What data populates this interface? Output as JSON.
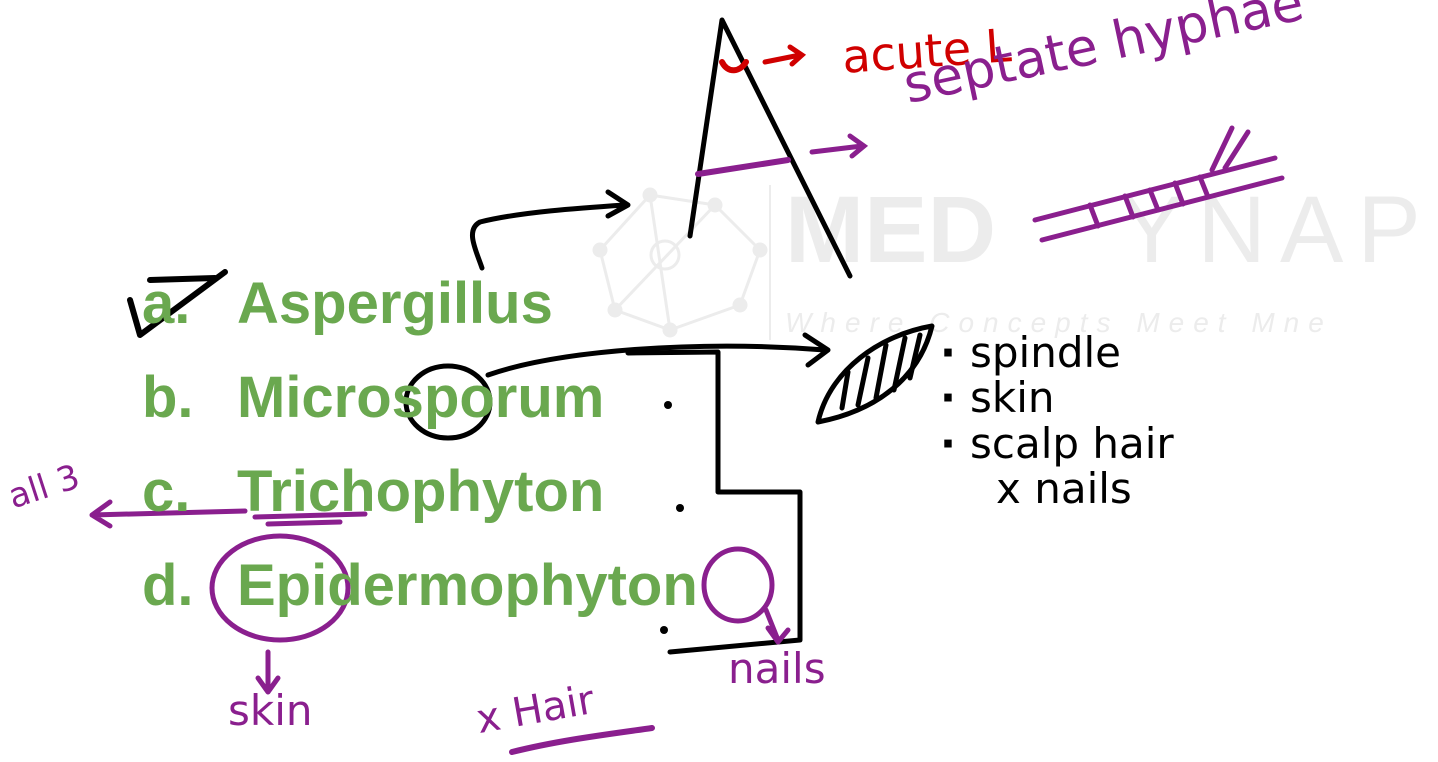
{
  "watermark": {
    "brand_left": "MED",
    "brand_right": "YNAP",
    "tagline": "Where Concepts Meet Mne"
  },
  "options": [
    {
      "letter": "a.",
      "text": "Aspergillus"
    },
    {
      "letter": "b.",
      "text": "Microsporum"
    },
    {
      "letter": "c.",
      "text": "Trichophyton"
    },
    {
      "letter": "d.",
      "text": "Epidermophyton"
    }
  ],
  "annotations": {
    "acute_angle": "acute L",
    "septate_hyphae": "septate hyphae",
    "all_three": "all 3",
    "spindle_notes": [
      "spindle",
      "skin",
      "scalp hair",
      "x nails"
    ],
    "epidermophyton_skin": "skin",
    "no_hair": "x Hair",
    "nails": "nails"
  },
  "colors": {
    "option_text": "#6aa84f",
    "ink_black": "#000000",
    "ink_purple": "#8a1f8e",
    "ink_red": "#d00000",
    "watermark": "#ececec"
  }
}
